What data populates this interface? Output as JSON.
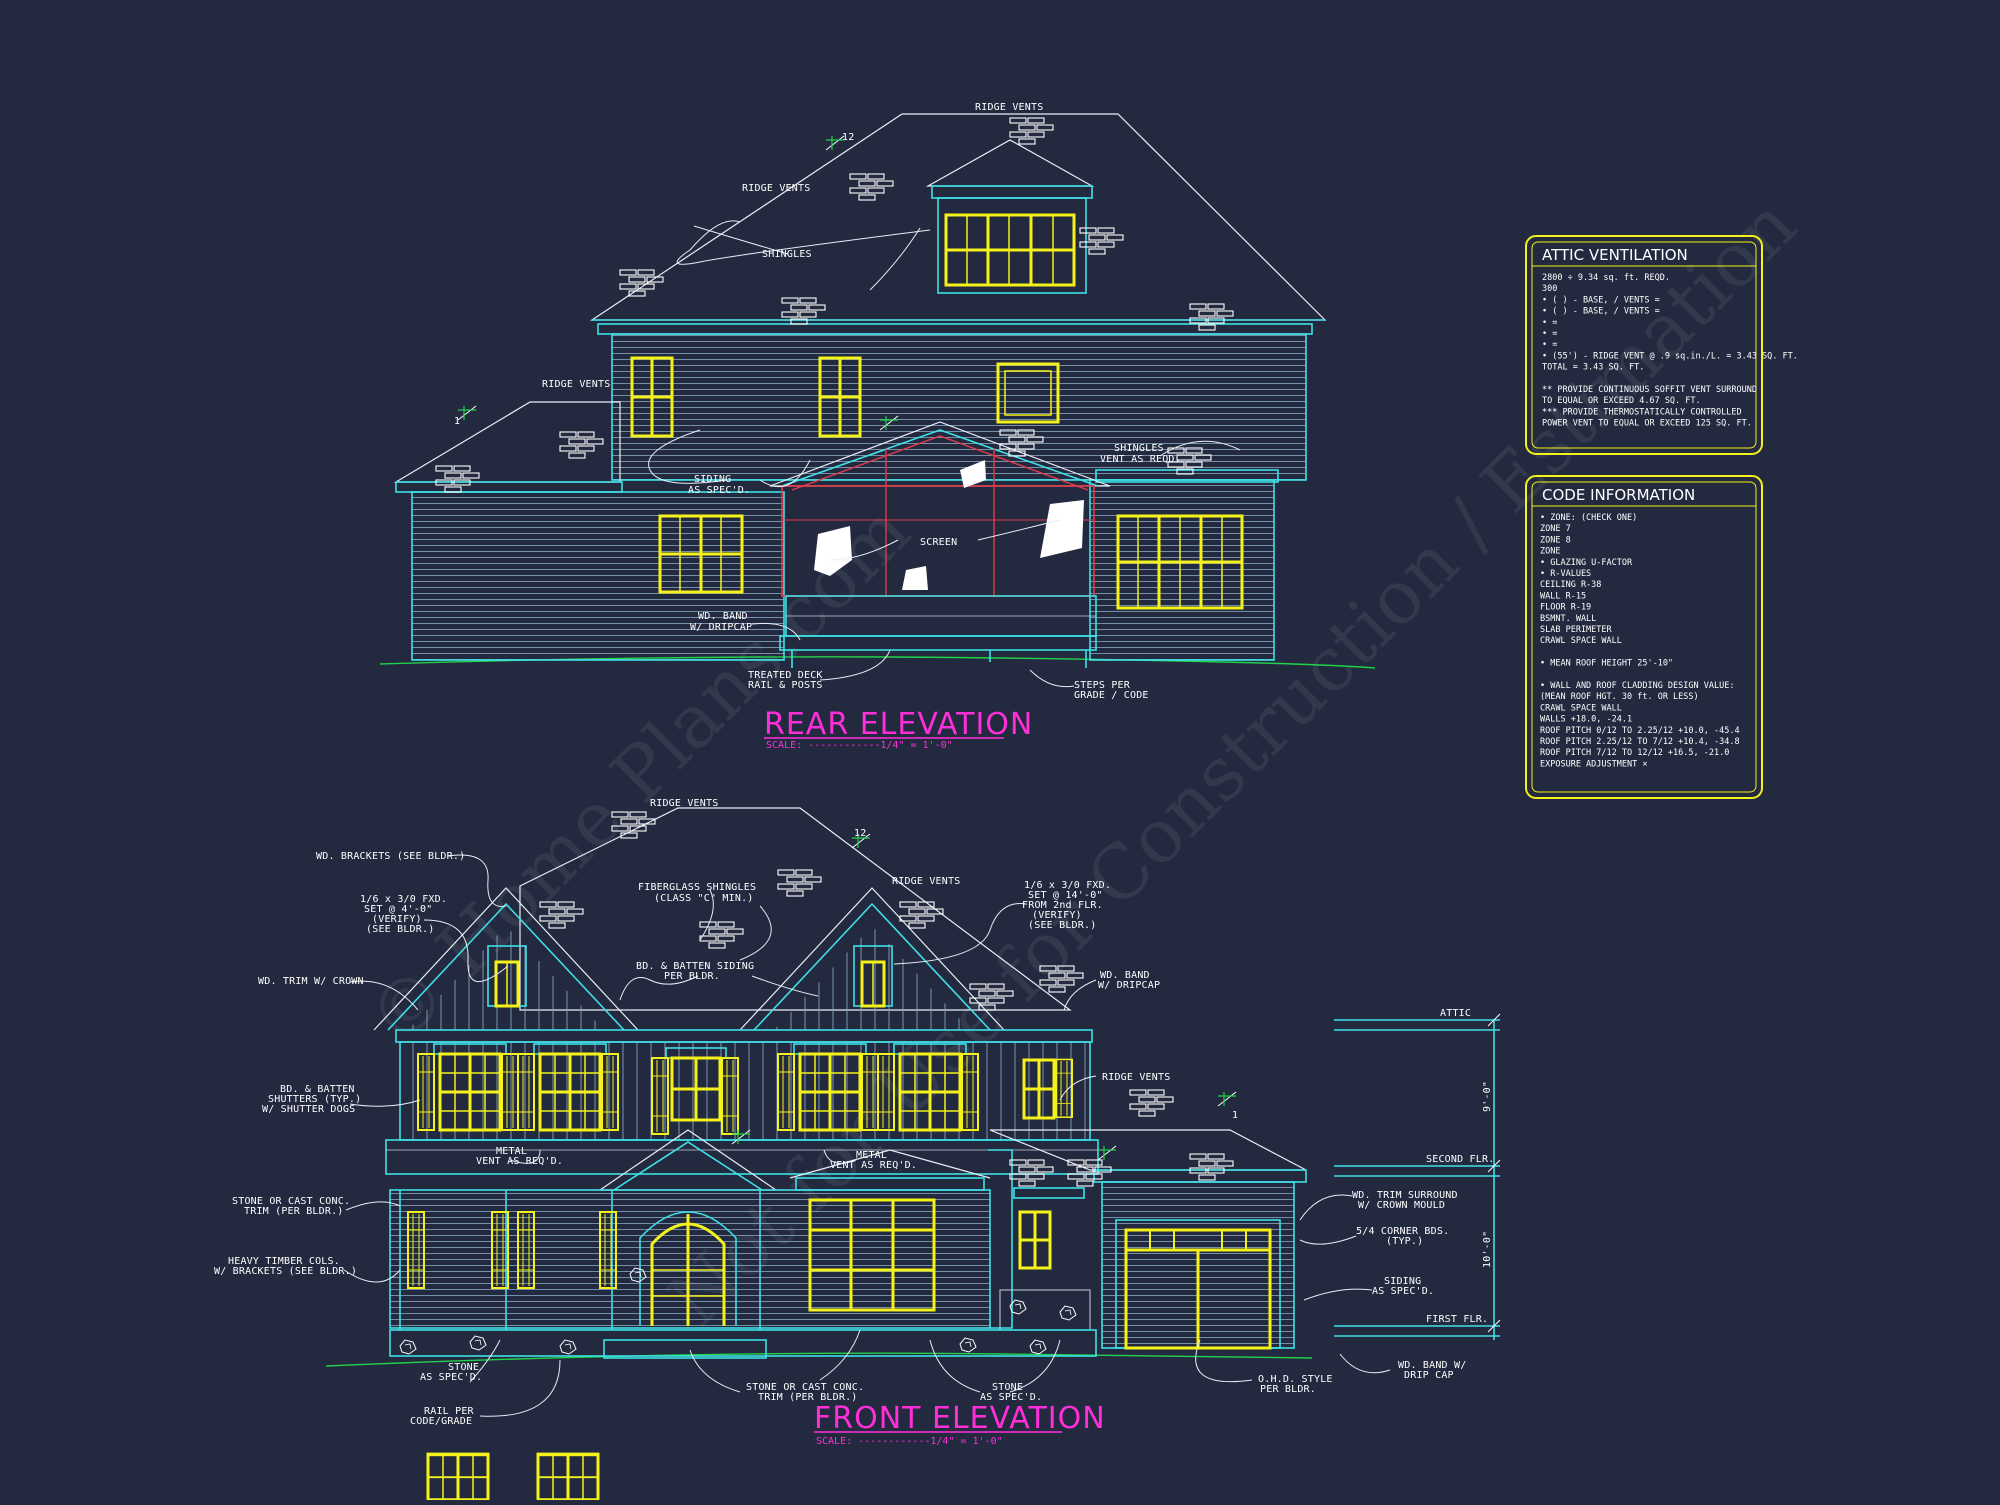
{
  "watermark": {
    "line1": "© Home Plans.com",
    "line2": "Not for Use for Construction / Estimation"
  },
  "rear_elevation": {
    "title": "REAR ELEVATION",
    "scale": "SCALE: ------------1/4\" = 1'-0\"",
    "notes": {
      "ridge_vents_top": "RIDGE VENTS",
      "ridge_vents_left": "RIDGE VENTS",
      "ridge_vents_low": "RIDGE VENTS",
      "shingles": "SHINGLES",
      "siding_1": "SIDING",
      "siding_2": "AS SPEC'D.",
      "shingles_vent_1": "SHINGLES",
      "shingles_vent_2": "VENT AS REQD.",
      "screen": "SCREEN",
      "wd_band_1": "WD. BAND",
      "wd_band_2": "W/ DRIPCAP",
      "treated_deck_1": "TREATED DECK",
      "treated_deck_2": "RAIL & POSTS",
      "steps_1": "STEPS PER",
      "steps_2": "GRADE / CODE",
      "pitch_12": "12",
      "pitch_1": "1"
    }
  },
  "front_elevation": {
    "title": "FRONT ELEVATION",
    "scale": "SCALE: ------------1/4\" = 1'-0\"",
    "notes": {
      "ridge_vents_top": "RIDGE VENTS",
      "ridge_vents_mid": "RIDGE VENTS",
      "ridge_vents_right": "RIDGE VENTS",
      "wd_brackets": "WD. BRACKETS (SEE BLDR.)",
      "fxd_left_1": "1/6 x 3/0 FXD.",
      "fxd_left_2": "SET @ 4'-0\"",
      "fxd_left_3": "(VERIFY)",
      "fxd_left_4": "(SEE BLDR.)",
      "fiberglass_1": "FIBERGLASS SHINGLES",
      "fiberglass_2": "(CLASS \"C\" MIN.)",
      "fxd_right_1": "1/6 x 3/0 FXD.",
      "fxd_right_2": "SET @ 14'-0\"",
      "fxd_right_3": "FROM 2nd FLR.",
      "fxd_right_4": "(VERIFY)",
      "fxd_right_5": "(SEE BLDR.)",
      "wd_trim_crown": "WD. TRIM W/ CROWN",
      "bd_batten_siding_1": "BD. & BATTEN SIDING",
      "bd_batten_siding_2": "PER BLDR.",
      "wd_band_1": "WD. BAND",
      "wd_band_2": "W/ DRIPCAP",
      "shutters_1": "BD. & BATTEN",
      "shutters_2": "SHUTTERS (TYP.)",
      "shutters_3": "W/ SHUTTER DOGS",
      "metal_vent_l_1": "METAL",
      "metal_vent_l_2": "VENT AS REQ'D.",
      "metal_vent_r_1": "METAL",
      "metal_vent_r_2": "VENT AS REQ'D.",
      "stone_trim_1": "STONE OR CAST CONC.",
      "stone_trim_2": "TRIM (PER BLDR.)",
      "timber_cols_1": "HEAVY TIMBER COLS.",
      "timber_cols_2": "W/ BRACKETS (SEE BLDR.)",
      "wd_trim_surround_1": "WD. TRIM SURROUND",
      "wd_trim_surround_2": "W/ CROWN MOULD",
      "corner_bds_1": "5/4 CORNER BDS.",
      "corner_bds_2": "(TYP.)",
      "siding_1": "SIDING",
      "siding_2": "AS SPEC'D.",
      "stone_1": "STONE",
      "stone_2": "AS SPEC'D.",
      "rail_1": "RAIL PER",
      "rail_2": "CODE/GRADE",
      "stone_trim_b_1": "STONE OR CAST CONC.",
      "stone_trim_b_2": "TRIM (PER BLDR.)",
      "stone_b_1": "STONE",
      "stone_b_2": "AS SPEC'D.",
      "ohd_1": "O.H.D. STYLE",
      "ohd_2": "PER BLDR.",
      "wd_band_drip_1": "WD. BAND W/",
      "wd_band_drip_2": "DRIP CAP",
      "pitch_12": "12",
      "pitch_1": "1"
    },
    "levels": {
      "attic": "ATTIC",
      "second": "SECOND FLR.",
      "first": "FIRST FLR.",
      "dim_upper": "9'-0\"",
      "dim_lower": "10'-0\""
    }
  },
  "attic_ventilation": {
    "title": "ATTIC VENTILATION",
    "lines": [
      "2800 ÷ 9.34 sq. ft. REQD.",
      "300",
      "• (   ) -          BASE,     /     VENTS   =",
      "• (   ) -          BASE,     /     VENTS   =",
      "•                                                    =",
      "•                                                    =",
      "•                                                    =",
      "• (55') - RIDGE VENT @ .9 sq.in./L. = 3.43 SQ. FT.",
      "                                   TOTAL      = 3.43 SQ. FT.",
      "",
      "** PROVIDE CONTINUOUS SOFFIT VENT SURROUND",
      "    TO EQUAL OR EXCEED  4.67 SQ. FT.",
      "*** PROVIDE THERMOSTATICALLY CONTROLLED",
      "    POWER VENT TO EQUAL OR EXCEED 125 SQ. FT."
    ]
  },
  "code_information": {
    "title": "CODE INFORMATION",
    "lines": [
      "• ZONE: (CHECK ONE)",
      "        ZONE 7",
      "        ZONE 8",
      "        ZONE",
      "• GLAZING U-FACTOR",
      "• R-VALUES",
      "        CEILING                    R-38",
      "        WALL                         R-15",
      "        FLOOR                      R-19",
      "        BSMNT. WALL",
      "        SLAB PERIMETER",
      "        CRAWL SPACE WALL",
      "",
      "• MEAN ROOF HEIGHT   25'-10\"",
      "",
      "• WALL AND ROOF CLADDING DESIGN VALUE:",
      "   (MEAN ROOF HGT. 30 ft. OR LESS)",
      "        CRAWL SPACE WALL",
      "        WALLS                                  +18.0, -24.1",
      "        ROOF PITCH 0/12 TO 2.25/12   +10.0, -45.4",
      "        ROOF PITCH 2.25/12 TO 7/12   +10.4, -34.8",
      "        ROOF PITCH 7/12 TO 12/12     +16.5, -21.0",
      "        EXPOSURE ADJUSTMENT        ×"
    ]
  },
  "colors": {
    "background": "#232a3f",
    "outline": "#3fe0e6",
    "windows": "#f4f21a",
    "titles": "#ff2ed8",
    "grade": "#22d24a",
    "panel_border": "#f4f21a"
  },
  "icons": [
    "brick-vent-icon",
    "pitch-symbol-icon",
    "stone-veneer-icon"
  ]
}
